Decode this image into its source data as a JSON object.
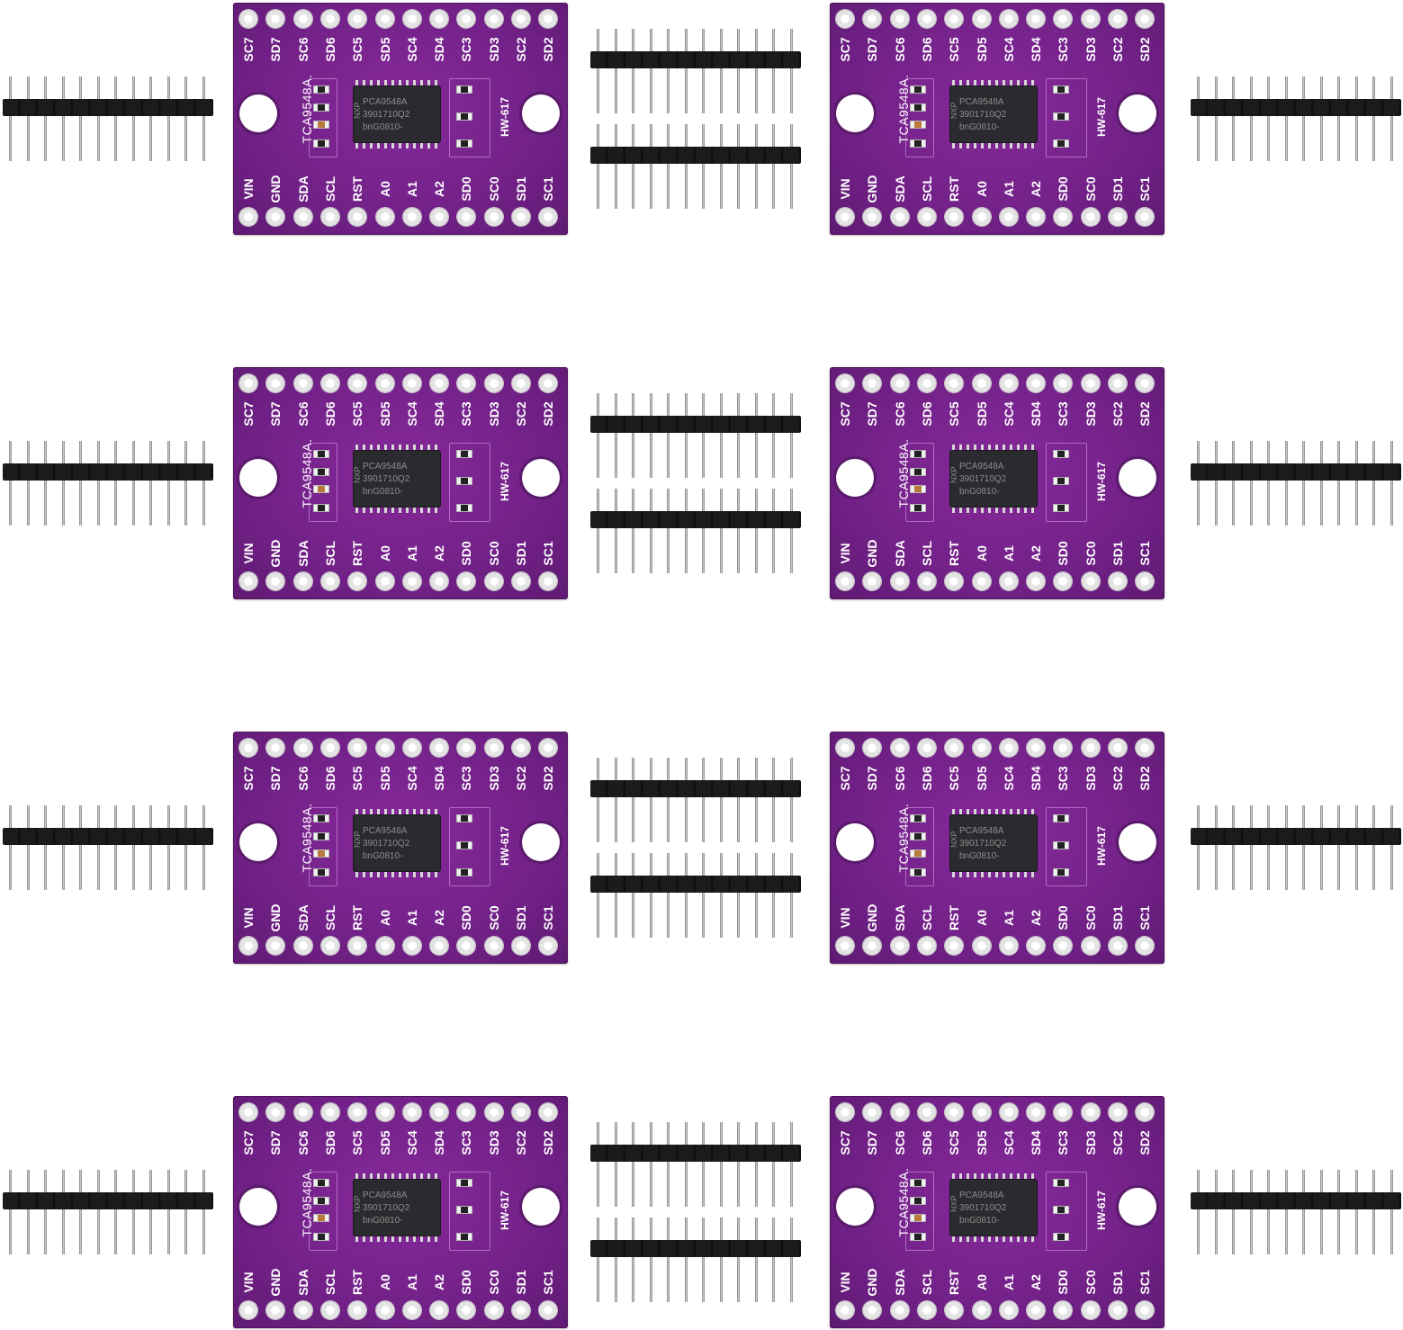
{
  "photo": {
    "module_count": 8,
    "header_strip_count": 16,
    "pins_per_header": 12,
    "board_color": "#74228a",
    "pad_color": "#e4e4e4",
    "header_color": "#1b1b1b"
  },
  "module": {
    "top_labels": [
      "SC7",
      "SD7",
      "SC6",
      "SD6",
      "SC5",
      "SD5",
      "SC4",
      "SD4",
      "SC3",
      "SD3",
      "SC2",
      "SD2"
    ],
    "bottom_labels": [
      "VIN",
      "GND",
      "SDA",
      "SCL",
      "RST",
      "A0",
      "A1",
      "A2",
      "SD0",
      "SC0",
      "SD1",
      "SC1"
    ],
    "chip_name": "TCA9548A.",
    "board_model": "HW-617",
    "ic_marking": [
      "PCA9548A",
      "3901710Q2",
      "bnG0810-"
    ],
    "ic_brand": "NXP"
  }
}
